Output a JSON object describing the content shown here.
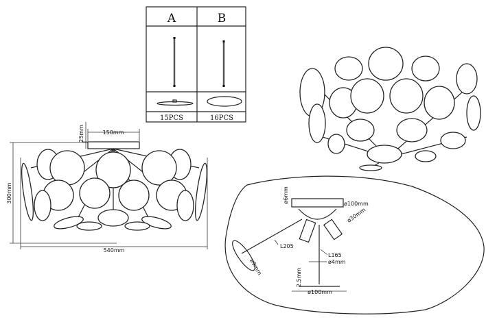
{
  "parts_table": {
    "columns": [
      {
        "label": "A",
        "quantity": "15PCS"
      },
      {
        "label": "B",
        "quantity": "16PCS"
      }
    ]
  },
  "side_view": {
    "canopy_height": "25mm",
    "canopy_width": "150mm",
    "height": "300mm",
    "width": "540mm"
  },
  "detail_view": {
    "hole_diameter": "ø6mm",
    "canopy_diameter": "ø100mm",
    "socket_diameter": "ø30mm",
    "arm_length": "L205",
    "disc_hole": "ø9mm",
    "rod_length": "L165",
    "rod_diameter": "ø4mm",
    "plate_thickness": "2.5mm",
    "plate_diameter": "ø100mm"
  }
}
